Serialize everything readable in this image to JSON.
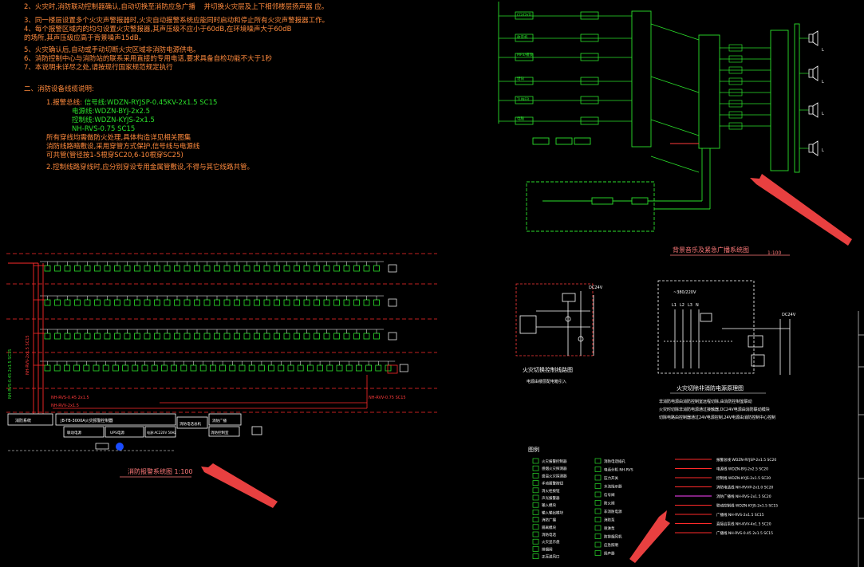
{
  "notes": {
    "lines": [
      {
        "text": "2、火灾时,消防联动控制器确认,自动切换至消防应急广播",
        "tail": "并切换火灾层及上下相邻楼层扬声器    应。"
      },
      {
        "text": "3、同一楼层设置多个火灾声警报器时,火灾自动报警系统应能同时启动和停止所有火灾声警报器工作。"
      },
      {
        "text": "4、每个报警区域内的均匀设置火灾警报器,其声压级不应小于60dB,在环境噪声大于60dB"
      },
      {
        "text": "   的场所,其声压级应高于背景噪声15dB。"
      },
      {
        "text": "5、火灾确认后,自动或手动切断火灾区域非消防电源供电。"
      },
      {
        "text": "6、消防控制中心与消防站的联系采用直接的专用电话,要求具备自检功能不大于1秒"
      },
      {
        "text": "7、本说明未详尽之处,请按现行国家规范规定执行"
      }
    ],
    "section_title": "二、消防设备线缆说明:",
    "cable_label": "1.报警总线:",
    "cable_lines": [
      "信号线:WDZN-RYJSP-0.45KV-2x1.5 SC15",
      "电源线:WDZN-BYJ-2x2.5",
      "控制线:WDZN-KYJS-2x1.5",
      "NH-RVS-0.75 SC15"
    ],
    "extra_lines": [
      "所有穿线均需做防火处理,具体构造详见相关图集",
      "消防线路暗敷设,采用穿管方式保护,信号线与电源线",
      "可共管(管径按1-5根穿SC20,6-10根穿SC25)",
      "2.控制线路穿线时,应分别穿设专用金属管敷设,不得与其它线路共管。"
    ]
  },
  "diagrams": {
    "fire_alarm_title": "消防报警系统图  1:100",
    "broadcast_title": "背景音乐及紧急广播系统图",
    "broadcast_scale": "1:100",
    "linkage_title": "火灾切换控制线路图",
    "linkage_caption": "电源由楼层配电箱引入",
    "cutoff_title": "火灾切除非消防电源原理图",
    "cutoff_notes": [
      "非消防电源由消防控制室远程切除,由消防控制室联动",
      "火灾时切除非消防电源通过接触器,DC24V电源由消防联动模块",
      "切除电路由控制器通过24V电源控制,24V电源由消防控制中心控制"
    ],
    "legend_title": "图例",
    "left_labels": [
      "消防系统",
      "JB-TB-3000A火灾报警控制器",
      "消防电话总机",
      "消防广播",
      "联动电源",
      "UPS电源",
      "电源:AC220V 50Hz",
      "消防控制室"
    ],
    "main_cable_label": "NH-RVS-0.45 2x1.5",
    "sub_cable_label": "NH-RVV-2x1.5",
    "right_cable_label": "NH-RVV-0.75 SC15",
    "speaker_labels": [
      "L",
      "L",
      "L",
      "L"
    ],
    "broadcast_inputs": [
      "CD/DVD",
      "收音机",
      "MP3/播放",
      "话筒",
      "TUNER",
      "电脑"
    ],
    "cutoff_voltage": "~380/220V",
    "dc_label": "DC24V",
    "phase_labels": [
      "L1",
      "L2",
      "L3",
      "N"
    ]
  },
  "legend": {
    "items_col1": [
      "火灾报警控制器",
      "感烟火灾探测器",
      "感温火灾探测器",
      "手动报警按钮",
      "消火栓按钮",
      "声光报警器",
      "输入模块",
      "输入输出模块",
      "消防广播",
      "隔离模块",
      "消防电话",
      "火灾显示盘",
      "排烟阀",
      "正压送风口"
    ],
    "items_col2": [
      "消防电话插孔",
      "电话分机  NH-RVS",
      "压力开关",
      "水流指示器",
      "信号阀",
      "防火阀",
      "非消防电源",
      "消防泵",
      "喷淋泵",
      "防排烟风机",
      "应急照明",
      "扬声器"
    ],
    "cable_legend": [
      "报警总线 WDZN-RYJSP-2x1.5 SC20",
      "电源线 WDZN-BYJ-2x2.5 SC20",
      "控制线 WDZN-KYJS-2x1.5 SC20",
      "消防电话线 NH-RVVP-2x1.0 SC20",
      "消防广播线 NH-RVS-2x1.5 SC20",
      "联动控制线 WDZN-KYJS-2x1.5 SC15",
      "广播线 NH-RVS-2x1.5 SC15",
      "直接启泵线 NH-KVV-4x1.5 SC20",
      "广播线 NH-RVS-0.45 2x1.5 SC15"
    ]
  },
  "colors": {
    "background": "#000000",
    "cad_green": "#2be02b",
    "cad_red": "#ff2a2a",
    "cad_orange": "#ff8a3d",
    "arrow": "#e84040",
    "magenta": "#ff44ff",
    "yellow": "#e8e830"
  }
}
